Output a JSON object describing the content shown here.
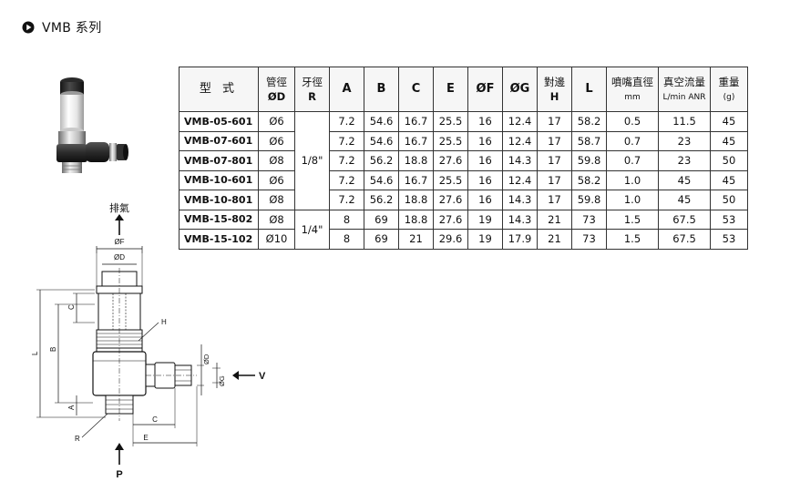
{
  "header": {
    "title": "VMB 系列"
  },
  "spec_table": {
    "columns": [
      {
        "label": "型 式",
        "sub": ""
      },
      {
        "label": "管徑",
        "sub": "ØD"
      },
      {
        "label": "牙徑",
        "sub": "R"
      },
      {
        "label": "A",
        "sub": ""
      },
      {
        "label": "B",
        "sub": ""
      },
      {
        "label": "C",
        "sub": ""
      },
      {
        "label": "E",
        "sub": ""
      },
      {
        "label": "ØF",
        "sub": ""
      },
      {
        "label": "ØG",
        "sub": ""
      },
      {
        "label": "對邊",
        "sub": "H"
      },
      {
        "label": "L",
        "sub": ""
      },
      {
        "label": "噴嘴直徑",
        "sub": "mm"
      },
      {
        "label": "真空流量",
        "sub": "L/min ANR"
      },
      {
        "label": "重量",
        "sub": "(g)"
      }
    ],
    "thread_groups": [
      {
        "value": "1/8\"",
        "rows": 5
      },
      {
        "value": "1/4\"",
        "rows": 2
      }
    ],
    "rows": [
      {
        "model": "VMB-05-601",
        "d": "Ø6",
        "a": "7.2",
        "b": "54.6",
        "c": "16.7",
        "e": "25.5",
        "f": "16",
        "g": "12.4",
        "h": "17",
        "l": "58.2",
        "nozzle": "0.5",
        "flow": "11.5",
        "weight": "45"
      },
      {
        "model": "VMB-07-601",
        "d": "Ø6",
        "a": "7.2",
        "b": "54.6",
        "c": "16.7",
        "e": "25.5",
        "f": "16",
        "g": "12.4",
        "h": "17",
        "l": "58.7",
        "nozzle": "0.7",
        "flow": "23",
        "weight": "45"
      },
      {
        "model": "VMB-07-801",
        "d": "Ø8",
        "a": "7.2",
        "b": "56.2",
        "c": "18.8",
        "e": "27.6",
        "f": "16",
        "g": "14.3",
        "h": "17",
        "l": "59.8",
        "nozzle": "0.7",
        "flow": "23",
        "weight": "50"
      },
      {
        "model": "VMB-10-601",
        "d": "Ø6",
        "a": "7.2",
        "b": "54.6",
        "c": "16.7",
        "e": "25.5",
        "f": "16",
        "g": "12.4",
        "h": "17",
        "l": "58.2",
        "nozzle": "1.0",
        "flow": "45",
        "weight": "45"
      },
      {
        "model": "VMB-10-801",
        "d": "Ø8",
        "a": "7.2",
        "b": "56.2",
        "c": "18.8",
        "e": "27.6",
        "f": "16",
        "g": "14.3",
        "h": "17",
        "l": "59.8",
        "nozzle": "1.0",
        "flow": "45",
        "weight": "50"
      },
      {
        "model": "VMB-15-802",
        "d": "Ø8",
        "a": "8",
        "b": "69",
        "c": "18.8",
        "e": "27.6",
        "f": "19",
        "g": "14.3",
        "h": "21",
        "l": "73",
        "nozzle": "1.5",
        "flow": "67.5",
        "weight": "53"
      },
      {
        "model": "VMB-15-102",
        "d": "Ø10",
        "a": "8",
        "b": "69",
        "c": "21",
        "e": "29.6",
        "f": "19",
        "g": "17.9",
        "h": "21",
        "l": "73",
        "nozzle": "1.5",
        "flow": "67.5",
        "weight": "53"
      }
    ]
  },
  "diagram": {
    "exhaust_label": "排氣",
    "supply_label": "P",
    "vacuum_label": "V",
    "dim_labels": {
      "f": "ØF",
      "d": "ØD",
      "c": "C",
      "b": "B",
      "l": "L",
      "a": "A",
      "h": "H",
      "r": "R",
      "d2": "ØD",
      "g": "ØG",
      "c2": "C",
      "e": "E"
    }
  },
  "icons": {
    "title_bullet": "circle-play-icon"
  }
}
